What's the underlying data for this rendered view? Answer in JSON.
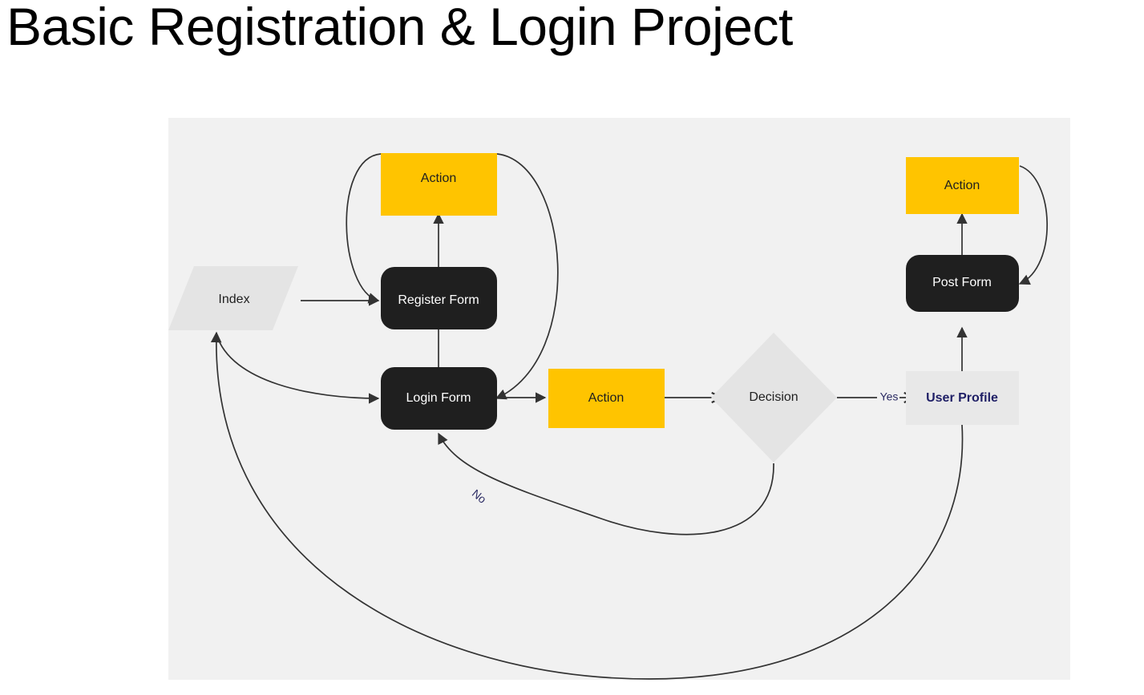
{
  "page": {
    "title": "Basic Registration & Login Project",
    "background_color": "#ffffff"
  },
  "diagram": {
    "canvas_color": "#f1f1f1",
    "colors": {
      "action_yellow": "#ffc400",
      "form_dark": "#1f1f1f",
      "io_gray": "#e4e4e4",
      "decision_gray": "#e4e4e4",
      "profile_gray": "#e8e8e8",
      "edge_stroke": "#333333",
      "label_navy": "#1f1f66",
      "edge_label_navy": "#2b2b63"
    },
    "nodes": [
      {
        "id": "index",
        "label": "Index",
        "shape": "parallelogram",
        "fill": "#e4e4e4",
        "text_color": "#1f1f1f"
      },
      {
        "id": "action_register",
        "label": "Action",
        "shape": "rectangle",
        "fill": "#ffc400",
        "text_color": "#1f1f1f"
      },
      {
        "id": "register_form",
        "label": "Register Form",
        "shape": "rounded-rect",
        "fill": "#1f1f1f",
        "text_color": "#ffffff"
      },
      {
        "id": "login_form",
        "label": "Login Form",
        "shape": "rounded-rect",
        "fill": "#1f1f1f",
        "text_color": "#ffffff"
      },
      {
        "id": "action_login",
        "label": "Action",
        "shape": "rectangle",
        "fill": "#ffc400",
        "text_color": "#1f1f1f"
      },
      {
        "id": "decision",
        "label": "Decision",
        "shape": "diamond",
        "fill": "#e4e4e4",
        "text_color": "#1f1f1f"
      },
      {
        "id": "user_profile",
        "label": "User Profile",
        "shape": "rectangle",
        "fill": "#e8e8e8",
        "text_color": "#1f1f66"
      },
      {
        "id": "post_form",
        "label": "Post Form",
        "shape": "rounded-rect",
        "fill": "#1f1f1f",
        "text_color": "#ffffff"
      },
      {
        "id": "action_post",
        "label": "Action",
        "shape": "rectangle",
        "fill": "#ffc400",
        "text_color": "#1f1f1f"
      }
    ],
    "edge_labels": {
      "yes": "Yes",
      "no": "No"
    },
    "edges": [
      {
        "from": "index",
        "to": "register_form",
        "label": ""
      },
      {
        "from": "register_form",
        "to": "action_register",
        "label": ""
      },
      {
        "from": "action_register",
        "to": "register_form",
        "label": ""
      },
      {
        "from": "action_register",
        "to": "login_form",
        "label": ""
      },
      {
        "from": "index",
        "to": "login_form",
        "label": ""
      },
      {
        "from": "login_form",
        "to": "action_login",
        "label": ""
      },
      {
        "from": "action_login",
        "to": "decision",
        "label": ""
      },
      {
        "from": "decision",
        "to": "user_profile",
        "label": "Yes"
      },
      {
        "from": "decision",
        "to": "login_form",
        "label": "No"
      },
      {
        "from": "user_profile",
        "to": "post_form",
        "label": ""
      },
      {
        "from": "post_form",
        "to": "action_post",
        "label": ""
      },
      {
        "from": "action_post",
        "to": "post_form",
        "label": ""
      },
      {
        "from": "user_profile",
        "to": "index",
        "label": ""
      }
    ]
  }
}
